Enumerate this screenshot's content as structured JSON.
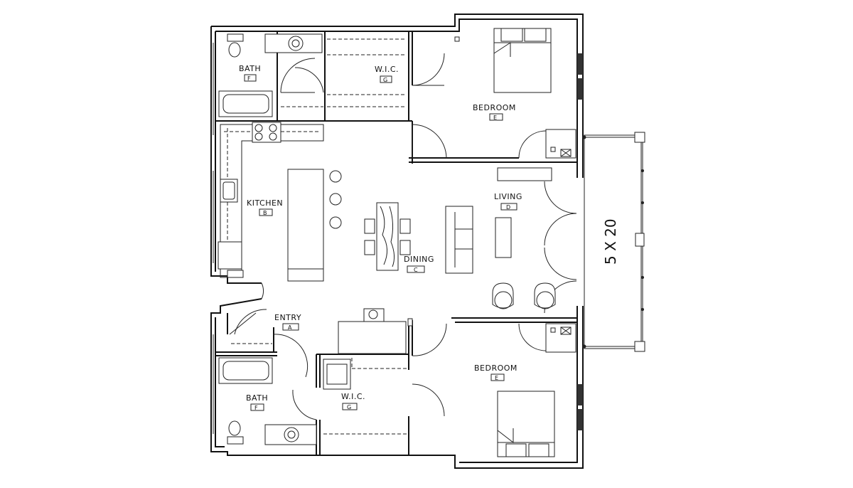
{
  "rooms": {
    "bath_top": {
      "label": "BATH",
      "tag": "F"
    },
    "wic_top": {
      "label": "W.I.C.",
      "tag": "G"
    },
    "bedroom_top": {
      "label": "BEDROOM",
      "tag": "E"
    },
    "kitchen": {
      "label": "KITCHEN",
      "tag": "B"
    },
    "living": {
      "label": "LIVING",
      "tag": "D"
    },
    "dining": {
      "label": "DINING",
      "tag": "C"
    },
    "entry": {
      "label": "ENTRY",
      "tag": "A"
    },
    "bedroom_bot": {
      "label": "BEDROOM",
      "tag": "E"
    },
    "bath_bot": {
      "label": "BATH",
      "tag": "F"
    },
    "wic_bot": {
      "label": "W.I.C.",
      "tag": "G"
    }
  },
  "balcony": {
    "dimension": "5 X 20"
  }
}
